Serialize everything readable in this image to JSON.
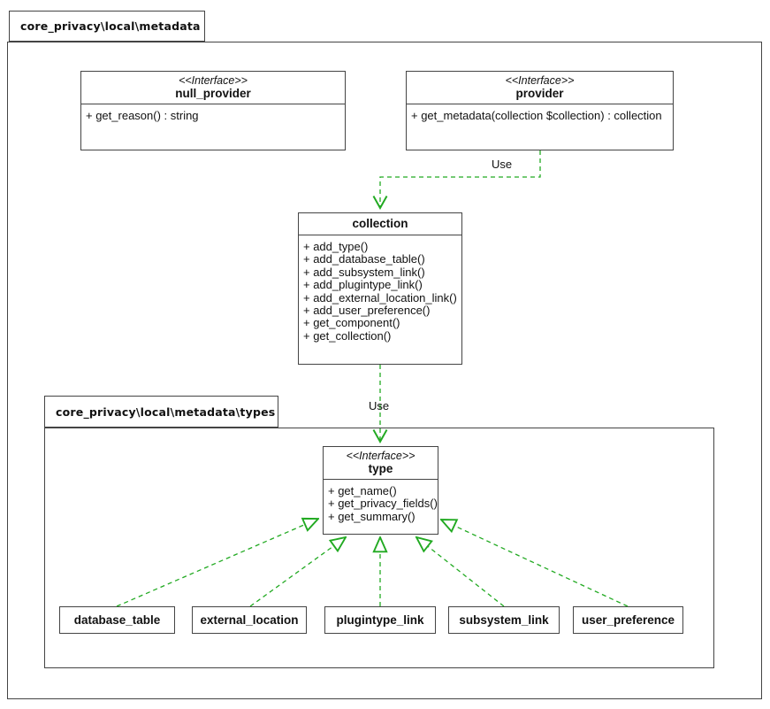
{
  "packages": {
    "metadata": {
      "label": "core_privacy\\local\\metadata"
    },
    "types": {
      "label": "core_privacy\\local\\metadata\\types"
    }
  },
  "classes": {
    "null_provider": {
      "stereotype": "<<Interface>>",
      "name": "null_provider",
      "methods": [
        "+ get_reason() : string"
      ]
    },
    "provider": {
      "stereotype": "<<Interface>>",
      "name": "provider",
      "methods": [
        "+ get_metadata(collection $collection) : collection"
      ]
    },
    "collection": {
      "name": "collection",
      "methods": [
        "+ add_type()",
        "+ add_database_table()",
        "+ add_subsystem_link()",
        "+ add_plugintype_link()",
        "+ add_external_location_link()",
        "+ add_user_preference()",
        "+ get_component()",
        "+ get_collection()"
      ]
    },
    "type": {
      "stereotype": "<<Interface>>",
      "name": "type",
      "methods": [
        "+ get_name()",
        "+ get_privacy_fields()",
        "+ get_summary()"
      ]
    },
    "database_table": {
      "name": "database_table"
    },
    "external_location": {
      "name": "external_location"
    },
    "plugintype_link": {
      "name": "plugintype_link"
    },
    "subsystem_link": {
      "name": "subsystem_link"
    },
    "user_preference": {
      "name": "user_preference"
    }
  },
  "edges": {
    "provider_to_collection": {
      "label": "Use",
      "type": "dependency"
    },
    "collection_to_type": {
      "label": "Use",
      "type": "dependency"
    },
    "realizations": [
      "database_table -> type",
      "external_location -> type",
      "plugintype_link -> type",
      "subsystem_link -> type",
      "user_preference -> type"
    ]
  },
  "colors": {
    "edge": "#22aa22",
    "border": "#444444"
  }
}
